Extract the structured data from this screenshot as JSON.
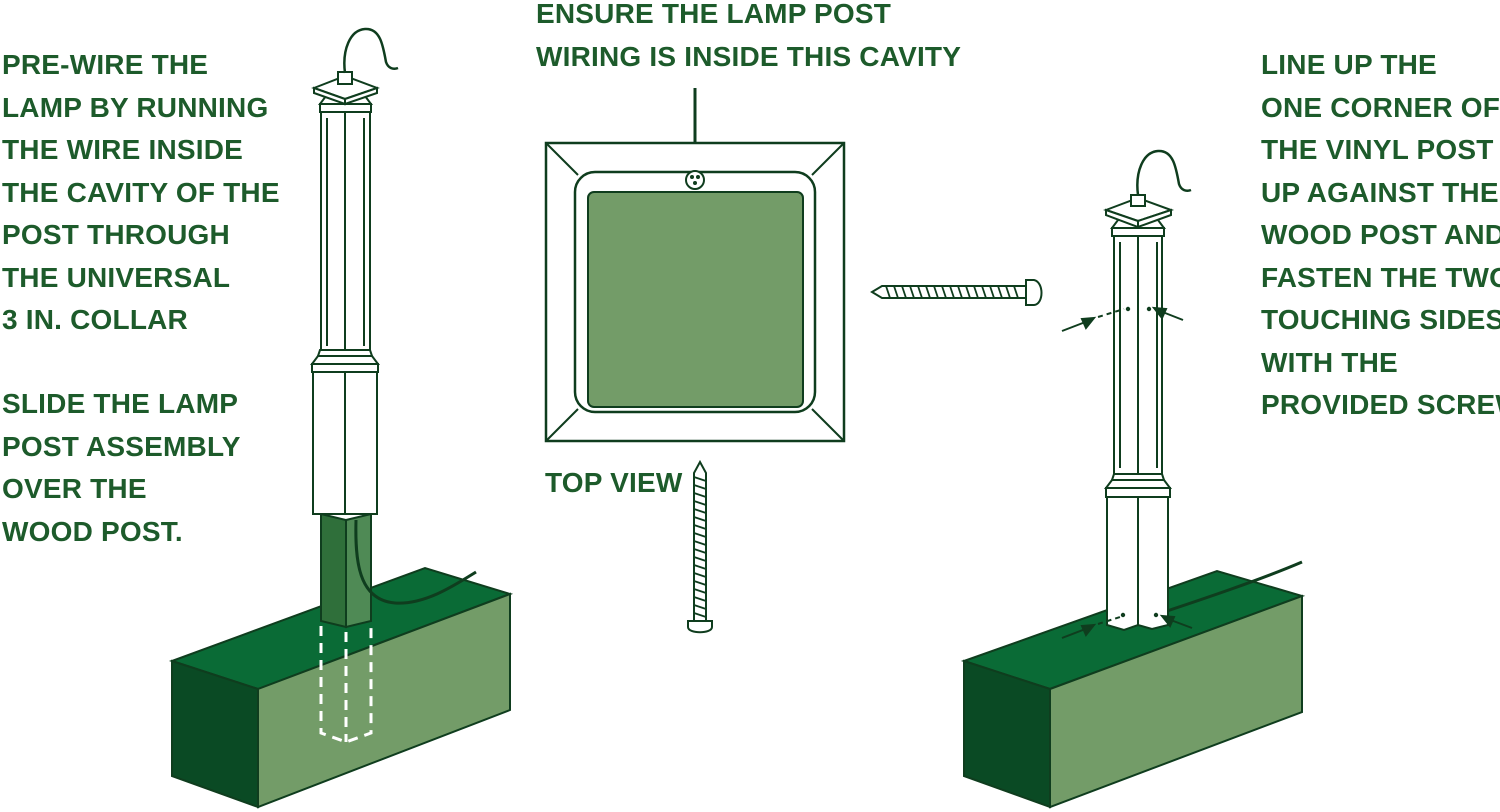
{
  "instructions": {
    "prewire": {
      "lines": [
        "PRE-WIRE THE",
        "LAMP BY RUNNING",
        "THE WIRE INSIDE",
        "THE CAVITY OF THE",
        "POST THROUGH",
        "THE UNIVERSAL",
        "3 IN. COLLAR"
      ]
    },
    "slide": {
      "lines": [
        "SLIDE THE LAMP",
        "POST ASSEMBLY",
        "OVER THE",
        "WOOD POST."
      ]
    },
    "ensure": {
      "lines": [
        "ENSURE THE LAMP POST",
        "WIRING IS INSIDE THIS CAVITY"
      ]
    },
    "top_view": "TOP VIEW",
    "line_up": {
      "lines": [
        "LINE UP THE",
        "ONE CORNER OF",
        "THE VINYL POST",
        "UP AGAINST THE",
        "WOOD POST AND",
        "FASTEN THE TWO",
        "TOUCHING SIDES",
        "WITH THE",
        "PROVIDED SCREWS."
      ]
    }
  },
  "colors": {
    "text": "#1d5b2b",
    "outline": "#0f3d1e",
    "block_top": "#0a6b36",
    "block_left": "#0a4a24",
    "block_front": "#739c68",
    "wood_post": "#3f7d47",
    "cavity": "#739c68"
  }
}
